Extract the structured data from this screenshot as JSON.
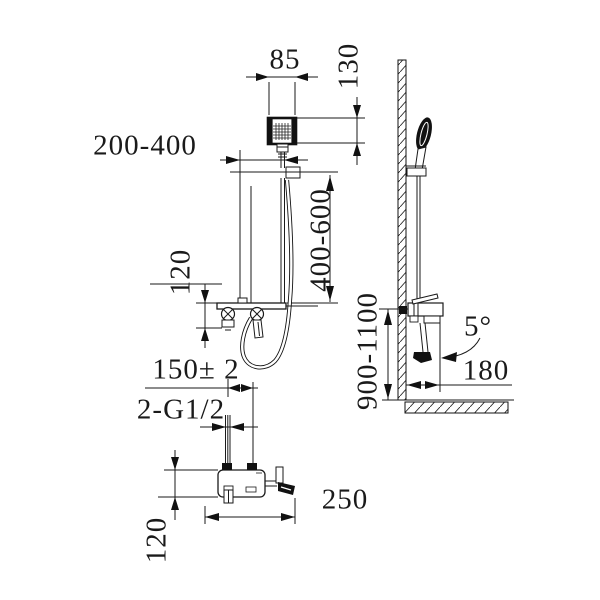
{
  "drawing": {
    "front_view": {
      "head_width": "85",
      "head_length": "130",
      "slide_range": "200-400",
      "hose_length_range": "400-600",
      "valve_trim_height": "120"
    },
    "bottom_view": {
      "inlet_spacing": "150± 2",
      "inlet_thread": "2-G1/2",
      "body_width": "250",
      "body_depth": "120"
    },
    "side_view": {
      "mounting_height": "900-1100",
      "spout_reach": "180",
      "spout_angle": "5°"
    }
  }
}
